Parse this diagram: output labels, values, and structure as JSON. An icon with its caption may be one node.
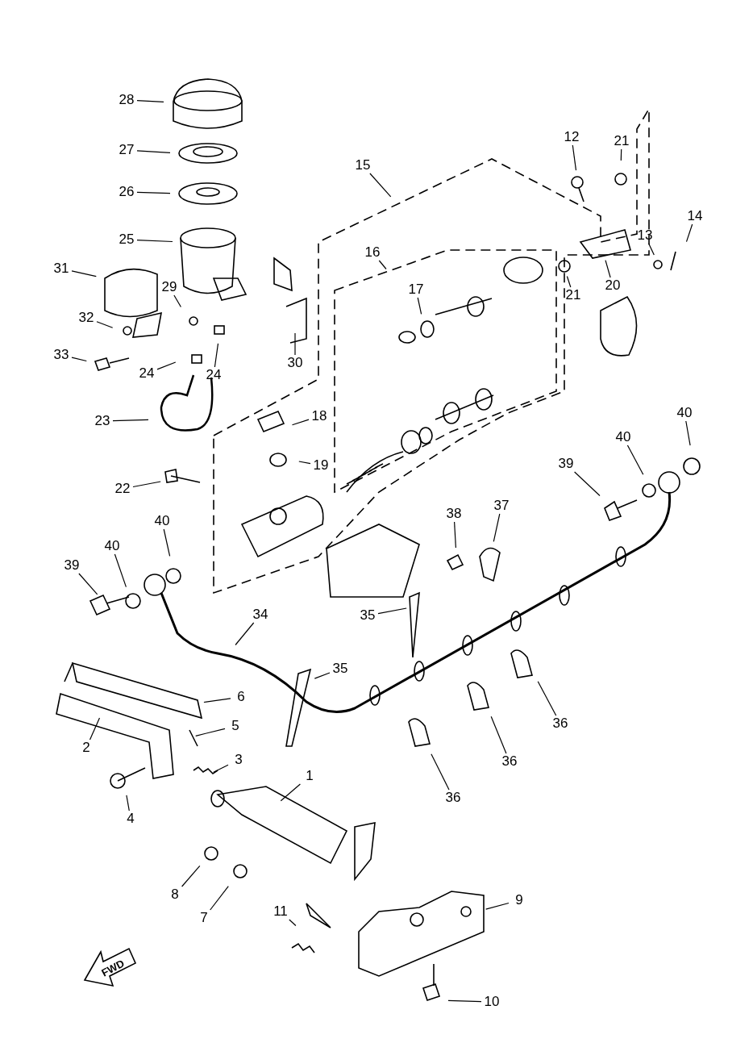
{
  "diagram": {
    "nodes": [
      {
        "text": [
          "28"
        ]
      },
      {
        "text": [
          "27"
        ]
      },
      {
        "text": [
          "26"
        ]
      },
      {
        "text": [
          "25"
        ]
      },
      {
        "text": [
          "31"
        ]
      },
      {
        "text": [
          "29"
        ]
      },
      {
        "text": [
          "32"
        ]
      },
      {
        "text": [
          "33"
        ]
      },
      {
        "text": [
          "24"
        ]
      },
      {
        "text": [
          "24"
        ]
      },
      {
        "text": [
          "30"
        ]
      },
      {
        "text": [
          "23"
        ]
      },
      {
        "text": [
          "15"
        ]
      },
      {
        "text": [
          "16"
        ]
      },
      {
        "text": [
          "17"
        ]
      },
      {
        "text": [
          "12"
        ]
      },
      {
        "text": [
          "21"
        ]
      },
      {
        "text": [
          "13"
        ]
      },
      {
        "text": [
          "14"
        ]
      },
      {
        "text": [
          "20"
        ]
      },
      {
        "text": [
          "21"
        ]
      },
      {
        "text": [
          "18"
        ]
      },
      {
        "text": [
          "19"
        ]
      },
      {
        "text": [
          "22"
        ]
      },
      {
        "text": [
          "40"
        ]
      },
      {
        "text": [
          "40"
        ]
      },
      {
        "text": [
          "39"
        ]
      },
      {
        "text": [
          "40"
        ]
      },
      {
        "text": [
          "40"
        ]
      },
      {
        "text": [
          "39"
        ]
      },
      {
        "text": [
          "38"
        ]
      },
      {
        "text": [
          "37"
        ]
      },
      {
        "text": [
          "34"
        ]
      },
      {
        "text": [
          "35"
        ]
      },
      {
        "text": [
          "35"
        ]
      },
      {
        "text": [
          "6"
        ]
      },
      {
        "text": [
          "5"
        ]
      },
      {
        "text": [
          "2"
        ]
      },
      {
        "text": [
          "3"
        ]
      },
      {
        "text": [
          "4"
        ]
      },
      {
        "text": [
          "1"
        ]
      },
      {
        "text": [
          "36"
        ]
      },
      {
        "text": [
          "36"
        ]
      },
      {
        "text": [
          "36"
        ]
      },
      {
        "text": [
          "8"
        ]
      },
      {
        "text": [
          "7"
        ]
      },
      {
        "text": [
          "11"
        ]
      },
      {
        "text": [
          "9"
        ]
      },
      {
        "text": [
          "10"
        ]
      }
    ],
    "edges": [
      {
        "from": 0,
        "to": null,
        "arrow": "none"
      },
      {
        "from": 1,
        "to": null,
        "arrow": "none"
      },
      {
        "from": 2,
        "to": null,
        "arrow": "none"
      },
      {
        "from": 3,
        "to": null,
        "arrow": "none"
      },
      {
        "from": 4,
        "to": null,
        "arrow": "none"
      },
      {
        "from": 5,
        "to": null,
        "arrow": "none"
      },
      {
        "from": 6,
        "to": null,
        "arrow": "none"
      },
      {
        "from": 7,
        "to": null,
        "arrow": "none"
      },
      {
        "from": 8,
        "to": null,
        "arrow": "none"
      },
      {
        "from": 9,
        "to": null,
        "arrow": "none"
      },
      {
        "from": 10,
        "to": null,
        "arrow": "none"
      },
      {
        "from": 11,
        "to": null,
        "arrow": "none"
      },
      {
        "from": 12,
        "to": null,
        "arrow": "none"
      },
      {
        "from": 13,
        "to": null,
        "arrow": "none"
      },
      {
        "from": 14,
        "to": null,
        "arrow": "none"
      },
      {
        "from": 15,
        "to": null,
        "arrow": "none"
      },
      {
        "from": 16,
        "to": null,
        "arrow": "none"
      },
      {
        "from": 17,
        "to": null,
        "arrow": "none"
      },
      {
        "from": 18,
        "to": null,
        "arrow": "none"
      },
      {
        "from": 19,
        "to": null,
        "arrow": "none"
      },
      {
        "from": 20,
        "to": null,
        "arrow": "none"
      },
      {
        "from": 21,
        "to": null,
        "arrow": "none"
      },
      {
        "from": 22,
        "to": null,
        "arrow": "none"
      },
      {
        "from": 23,
        "to": null,
        "arrow": "none"
      },
      {
        "from": 24,
        "to": null,
        "arrow": "none"
      },
      {
        "from": 25,
        "to": null,
        "arrow": "none"
      },
      {
        "from": 26,
        "to": null,
        "arrow": "none"
      },
      {
        "from": 27,
        "to": null,
        "arrow": "none"
      },
      {
        "from": 28,
        "to": null,
        "arrow": "none"
      },
      {
        "from": 29,
        "to": null,
        "arrow": "none"
      },
      {
        "from": 30,
        "to": null,
        "arrow": "none"
      },
      {
        "from": 31,
        "to": null,
        "arrow": "none"
      },
      {
        "from": 32,
        "to": null,
        "arrow": "none"
      },
      {
        "from": 33,
        "to": null,
        "arrow": "none"
      },
      {
        "from": 34,
        "to": null,
        "arrow": "none"
      },
      {
        "from": 35,
        "to": null,
        "arrow": "none"
      },
      {
        "from": 36,
        "to": null,
        "arrow": "none"
      },
      {
        "from": 37,
        "to": null,
        "arrow": "none"
      },
      {
        "from": 38,
        "to": null,
        "arrow": "none"
      },
      {
        "from": 39,
        "to": null,
        "arrow": "none"
      },
      {
        "from": 40,
        "to": null,
        "arrow": "none"
      },
      {
        "from": 41,
        "to": null,
        "arrow": "none"
      },
      {
        "from": 42,
        "to": null,
        "arrow": "none"
      },
      {
        "from": 43,
        "to": null,
        "arrow": "none"
      },
      {
        "from": 44,
        "to": null,
        "arrow": "none"
      },
      {
        "from": 45,
        "to": null,
        "arrow": "none"
      },
      {
        "from": 46,
        "to": null,
        "arrow": "none"
      },
      {
        "from": 47,
        "to": null,
        "arrow": "none"
      },
      {
        "from": 48,
        "to": null,
        "arrow": "none"
      }
    ],
    "labels": [
      "FWD"
    ]
  }
}
